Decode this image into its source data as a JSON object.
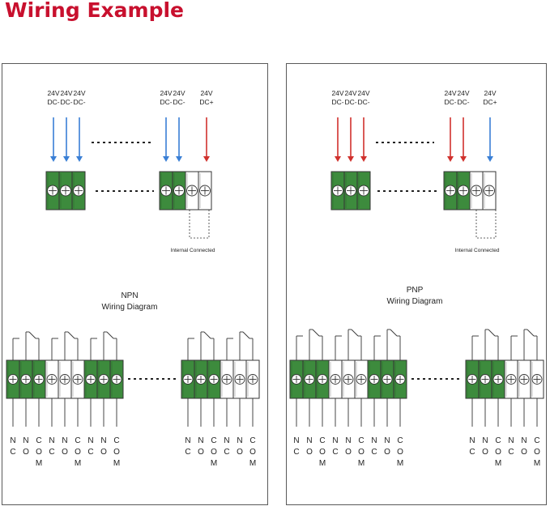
{
  "page": {
    "title": "Wiring Example"
  },
  "colors": {
    "title": "#c8102e",
    "terminal_green": "#3d8b3d",
    "arrow_blue": "#3a7fd5",
    "arrow_red": "#d0312d",
    "line": "#333333"
  },
  "panels": [
    {
      "id": "npn",
      "caption_line1": "NPN",
      "caption_line2": "Wiring Diagram",
      "internal_label": "Internal Connected",
      "supply_labels": [
        [
          "24V",
          "DC-"
        ],
        [
          "24V",
          "DC-"
        ],
        [
          "24V",
          "DC-"
        ],
        [
          "24V",
          "DC-"
        ],
        [
          "24V",
          "DC-"
        ],
        [
          "24V",
          "DC+"
        ]
      ],
      "arrow_colors": [
        "blue",
        "blue",
        "blue",
        "blue",
        "blue",
        "red"
      ],
      "pin_labels": [
        [
          "N",
          "C"
        ],
        [
          "N",
          "O"
        ],
        [
          "C",
          "O",
          "M"
        ],
        [
          "N",
          "C"
        ],
        [
          "N",
          "O"
        ],
        [
          "C",
          "O",
          "M"
        ],
        [
          "N",
          "C"
        ],
        [
          "N",
          "O"
        ],
        [
          "C",
          "O",
          "M"
        ],
        [
          "N",
          "C"
        ],
        [
          "N",
          "O"
        ],
        [
          "C",
          "O",
          "M"
        ],
        [
          "N",
          "C"
        ],
        [
          "N",
          "O"
        ],
        [
          "C",
          "O",
          "M"
        ]
      ]
    },
    {
      "id": "pnp",
      "caption_line1": "PNP",
      "caption_line2": "Wiring Diagram",
      "internal_label": "Internal Connected",
      "supply_labels": [
        [
          "24V",
          "DC-"
        ],
        [
          "24V",
          "DC-"
        ],
        [
          "24V",
          "DC-"
        ],
        [
          "24V",
          "DC-"
        ],
        [
          "24V",
          "DC-"
        ],
        [
          "24V",
          "DC+"
        ]
      ],
      "arrow_colors": [
        "red",
        "red",
        "red",
        "red",
        "red",
        "blue"
      ],
      "pin_labels": [
        [
          "N",
          "C"
        ],
        [
          "N",
          "O"
        ],
        [
          "C",
          "O",
          "M"
        ],
        [
          "N",
          "C"
        ],
        [
          "N",
          "O"
        ],
        [
          "C",
          "O",
          "M"
        ],
        [
          "N",
          "C"
        ],
        [
          "N",
          "O"
        ],
        [
          "C",
          "O",
          "M"
        ],
        [
          "N",
          "C"
        ],
        [
          "N",
          "O"
        ],
        [
          "C",
          "O",
          "M"
        ],
        [
          "N",
          "C"
        ],
        [
          "N",
          "O"
        ],
        [
          "C",
          "O",
          "M"
        ]
      ]
    }
  ]
}
